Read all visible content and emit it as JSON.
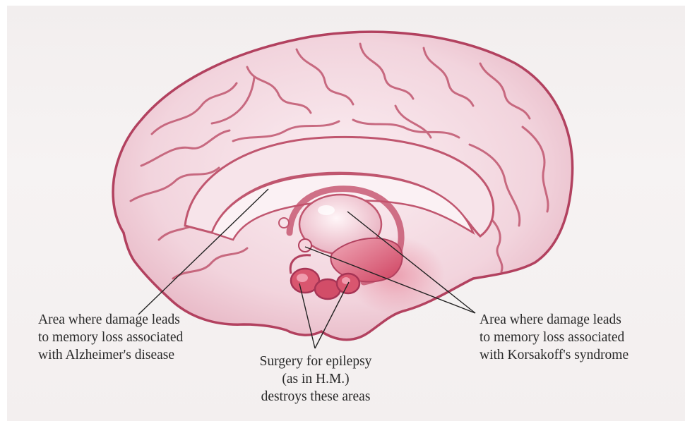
{
  "labels": {
    "alzheimers": {
      "lines": [
        "Area where damage leads",
        "to memory loss associated",
        "with Alzheimer's disease"
      ]
    },
    "epilepsy": {
      "lines": [
        "Surgery for epilepsy",
        "(as in H.M.)",
        "destroys these areas"
      ]
    },
    "korsakoffs": {
      "lines": [
        "Area where damage leads",
        "to memory loss associated",
        "with Korsakoff's syndrome"
      ]
    }
  },
  "colors": {
    "brain_fill": "#f4dde4",
    "brain_outline": "#b2415f",
    "gyrus_stroke": "#c0566f",
    "medial_red": "#d8566e",
    "pointer": "#222222"
  }
}
